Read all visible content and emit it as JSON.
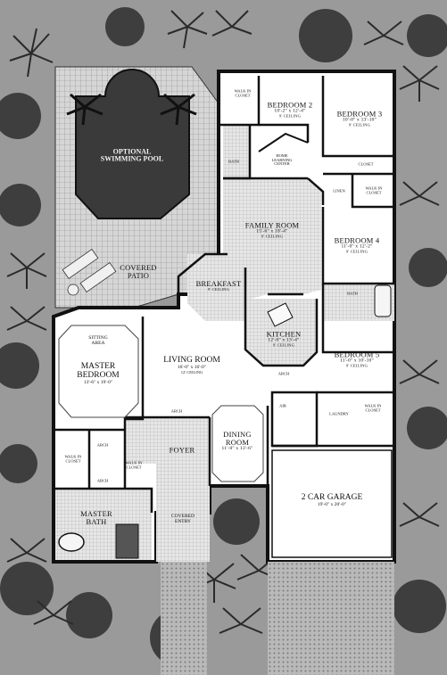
{
  "floor_plan": {
    "pool": {
      "line1": "OPTIONAL",
      "line2": "SWIMMING POOL"
    },
    "patio": {
      "line1": "COVERED",
      "line2": "PATIO"
    },
    "walk_in_closet_top": {
      "line1": "WALK IN",
      "line2": "CLOSET"
    },
    "bedroom2": {
      "name": "BEDROOM 2",
      "dims": "10'-2\" x 12'-4\"",
      "ceiling": "9' CEILING"
    },
    "bedroom3": {
      "name": "BEDROOM 3",
      "dims": "10'-0\" x 13'-10\"",
      "ceiling": "9' CEILING"
    },
    "home_learning": {
      "line1": "HOME",
      "line2": "LEARNING",
      "line3": "CENTER"
    },
    "bath_top": "BATH",
    "closet_top": "CLOSET",
    "linen": "LINEN",
    "walk_in_closet_bed4": {
      "line1": "WALK IN",
      "line2": "CLOSET"
    },
    "family_room": {
      "name": "FAMILY ROOM",
      "dims": "15'-6\" x 18'-4\"",
      "ceiling": "9' CEILING"
    },
    "bedroom4": {
      "name": "BEDROOM 4",
      "dims": "11'-0\" x 12'-2\"",
      "ceiling": "9' CEILING"
    },
    "breakfast": {
      "name": "BREAKFAST",
      "ceiling": "9' CEILING"
    },
    "bath_mid": "BATH",
    "kitchen": {
      "name": "KITCHEN",
      "dims": "12'-0\" x 13'-4\"",
      "ceiling": "9' CEILING"
    },
    "arch_kitchen": "ARCH",
    "bedroom5": {
      "name": "BEDROOM 5",
      "dims": "11'-0\" x 10'-10\"",
      "ceiling": "9' CEILING"
    },
    "sitting_area": {
      "line1": "SITTING",
      "line2": "AREA"
    },
    "master_bedroom": {
      "line1": "MASTER",
      "line2": "BEDROOM",
      "dims": "13'-6\" x 19'-0\""
    },
    "living_room": {
      "name": "LIVING ROOM",
      "dims": "16'-0\" x 16'-0\"",
      "ceiling": "12' CEILING"
    },
    "air": "AIR",
    "laundry": "LAUNDRY",
    "walk_in_closet_bed5": {
      "line1": "WALK IN",
      "line2": "CLOSET"
    },
    "arch_foyer": "ARCH",
    "dining_room": {
      "line1": "DINING",
      "line2": "ROOM",
      "dims": "11'-0\" x 13'-6\""
    },
    "foyer": "FOYER",
    "walk_in_closet_m1": {
      "line1": "WALK IN",
      "line2": "CLOSET"
    },
    "walk_in_closet_m2": {
      "line1": "WALK IN",
      "line2": "CLOSET"
    },
    "arch_m1": "ARCH",
    "arch_m2": "ARCH",
    "master_bath": {
      "line1": "MASTER",
      "line2": "BATH"
    },
    "covered_entry": {
      "line1": "COVERED",
      "line2": "ENTRY"
    },
    "garage": {
      "name": "2 CAR GARAGE",
      "dims": "19'-0\" x 20'-0\""
    }
  }
}
